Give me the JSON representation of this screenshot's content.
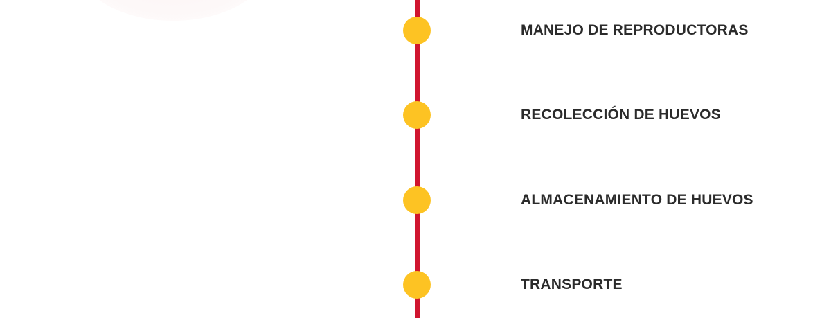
{
  "colors": {
    "line": "#d0152f",
    "dot": "#fdc323",
    "text": "#2b2b2b"
  },
  "timeline": {
    "steps": [
      {
        "label": "MANEJO DE REPRODUCTORAS"
      },
      {
        "label": "RECOLECCIÓN DE HUEVOS"
      },
      {
        "label": "ALMACENAMIENTO DE HUEVOS"
      },
      {
        "label": "TRANSPORTE"
      }
    ]
  }
}
